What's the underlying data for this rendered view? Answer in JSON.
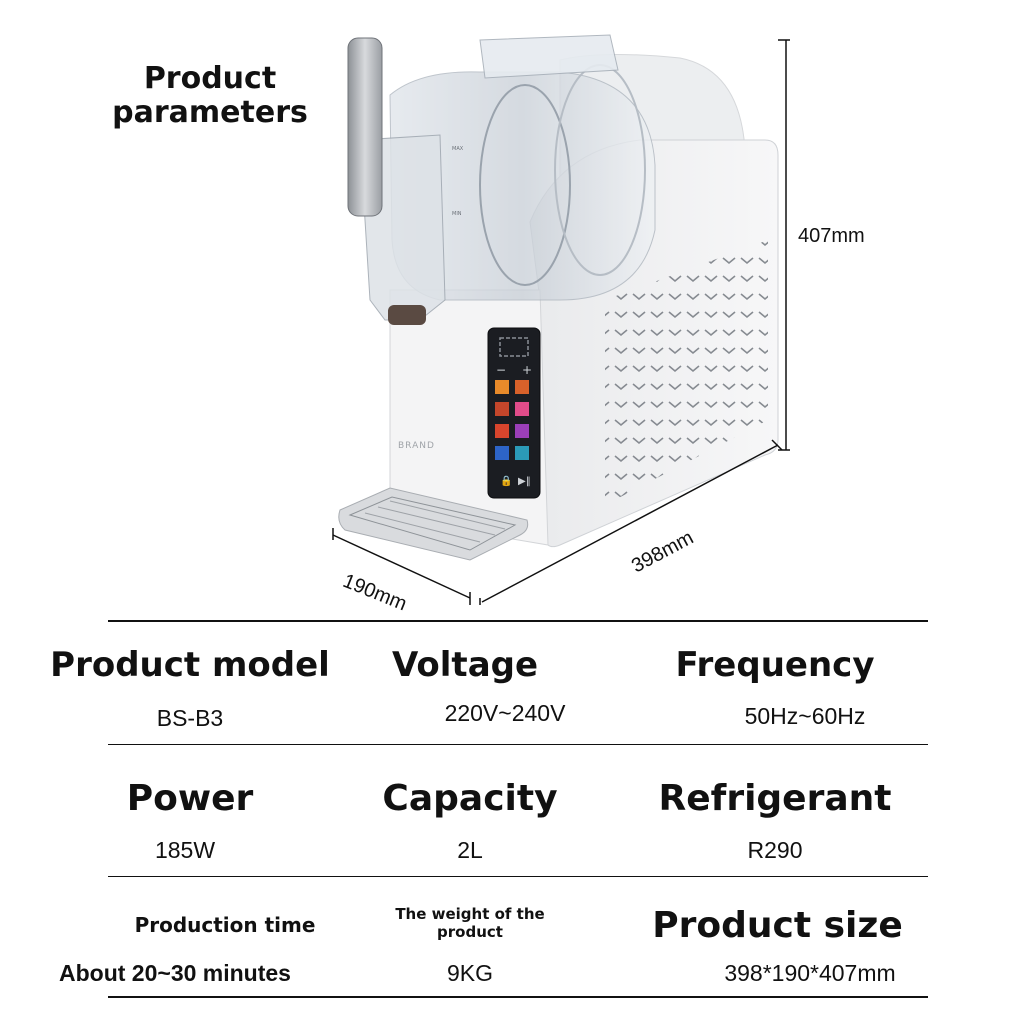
{
  "title": "Product\nparameters",
  "product_image": {
    "brand_text": "BRAND",
    "tank_marks": [
      "MAX",
      "MIN"
    ]
  },
  "dimensions": {
    "height": "407mm",
    "width": "190mm",
    "depth": "398mm"
  },
  "specs": [
    {
      "label": "Product model",
      "value": "BS-B3"
    },
    {
      "label": "Voltage",
      "value": "220V~240V"
    },
    {
      "label": "Frequency",
      "value": "50Hz~60Hz"
    },
    {
      "label": "Power",
      "value": "185W"
    },
    {
      "label": "Capacity",
      "value": "2L"
    },
    {
      "label": "Refrigerant",
      "value": "R290"
    },
    {
      "label": "Production time",
      "value": "About 20~30 minutes"
    },
    {
      "label": "The weight of the product",
      "value": "9KG"
    },
    {
      "label": "Product size",
      "value": "398*190*407mm"
    }
  ]
}
